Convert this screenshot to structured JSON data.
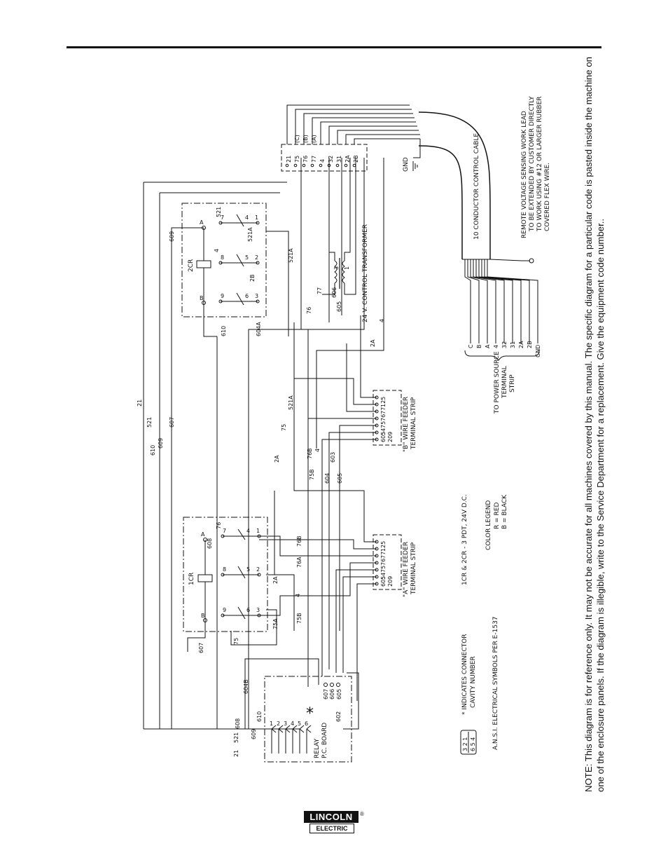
{
  "note": "NOTE:  This diagram is for reference only.  It may not be accurate for all machines covered by this manual.  The specific diagram for a particular code is pasted inside the machine on one of the enclosure panels.  If the diagram is illegible, write to the Service Department for a replacement.  Give the equipment code number..",
  "logo": {
    "top": "LINCOLN",
    "bottom": "ELECTRIC",
    "reg": "®"
  },
  "labels": {
    "relay_1cr": "1CR",
    "relay_2cr": "2CR",
    "relay_board_1": "RELAY",
    "relay_board_2": "P.C. BOARD",
    "asterisk": "*",
    "strip_a": "\"A\" WIRE FEEDER",
    "strip_b": "\"B\" WIRE FEEDER",
    "terminal_strip": "TERMINAL STRIP",
    "transformer": "24 V. CONTROL TRANSFORMER",
    "control_cable": "10 CONDUCTOR CONTROL CABLE",
    "gnd": "GND",
    "to_power_1": "TO POWER SOURCE",
    "to_power_2": "TERMINAL",
    "to_power_3": "STRIP",
    "remote_1": "REMOTE VOLTAGE SENSING WORK LEAD",
    "remote_2": "TO BE EXTENDED BY CUSTOMER DIRECTLY",
    "remote_3": "TO WORK USING #12 OR LARGER RUBBER",
    "remote_4": "COVERED FLEX WIRE.",
    "legend_1": "* INDICATES CONNECTOR",
    "legend_2": "CAVITY NUMBER",
    "ansi": "A.N.S.I. ELECTRICAL SYMBOLS PER E-1537",
    "relay_spec": "1CR & 2CR - 3 PDT, 24V D.C.",
    "color_legend": "COLOR LEGEND",
    "red": "R = RED",
    "black": "B = BLACK",
    "connector_digits_top": "3 2 1",
    "connector_digits_bot": "6 5 4"
  },
  "wire_labels": {
    "w21": "21",
    "w521": "521",
    "w609": "609",
    "w610": "610",
    "w607": "607",
    "w608": "608",
    "w604b": "604B",
    "w604a": "604A",
    "w602": "602",
    "w606": "606",
    "w605": "605",
    "w604": "604",
    "w603": "603",
    "w2a": "2A",
    "w4": "4",
    "w75": "75",
    "w75a": "75A",
    "w75b": "75B",
    "w76": "76",
    "w76a": "76A",
    "w76b": "76B",
    "w77": "77",
    "w2b": "2B",
    "w521a": "521A",
    "w3": "3",
    "w31": "31",
    "w32": "32",
    "w1": "1",
    "w2": "2"
  },
  "strip_terminals": [
    "125",
    "77",
    "76",
    "75",
    "54",
    "605",
    "209"
  ],
  "source_terminals": [
    "C",
    "B",
    "A",
    "4",
    "32",
    "31",
    "2A",
    "2B",
    "GND"
  ],
  "cable_block_terminals": [
    "21",
    "75",
    "76",
    "77",
    "4",
    "32",
    "31",
    "2A",
    "2B"
  ],
  "cable_block_letters": [
    "(C)",
    "(B)",
    "(A)"
  ],
  "relay_board_pins": [
    "1",
    "2",
    "3",
    "4",
    "5",
    "6"
  ],
  "contact_nums": {
    "c7": "7",
    "c8": "8",
    "c9": "9",
    "c1": "1",
    "c2": "2",
    "c3": "3",
    "c4": "4",
    "c5": "5",
    "c6": "6",
    "cA": "A",
    "cB": "B"
  }
}
